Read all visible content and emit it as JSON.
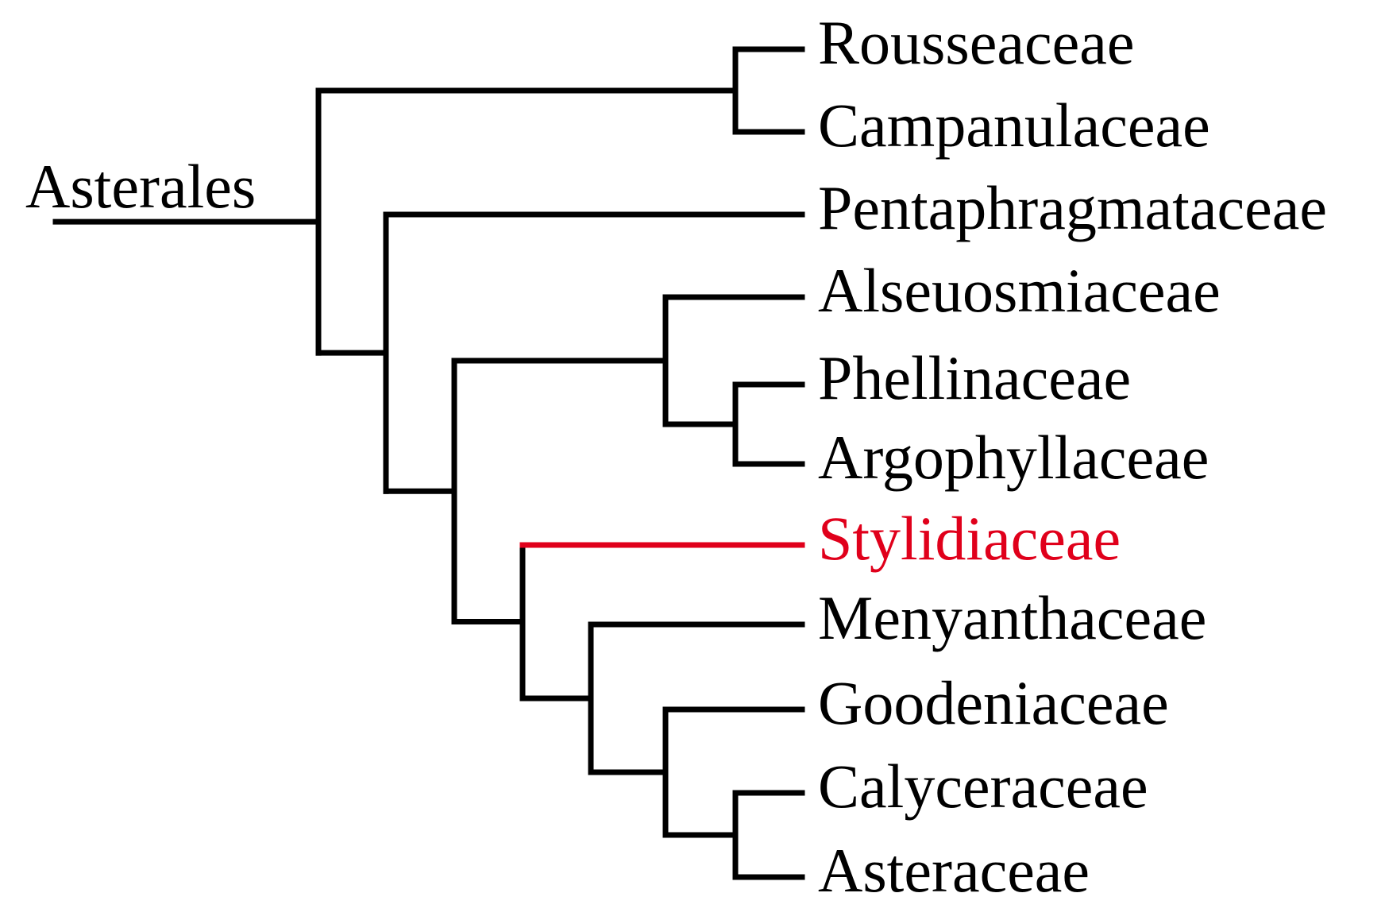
{
  "diagram": {
    "root_label": "Asterales",
    "line_color": "#000000",
    "highlight_color": "#e0001b",
    "taxa": [
      {
        "name": "Rousseaceae",
        "highlight": false
      },
      {
        "name": "Campanulaceae",
        "highlight": false
      },
      {
        "name": "Pentaphragmataceae",
        "highlight": false
      },
      {
        "name": "Alseuosmiaceae",
        "highlight": false
      },
      {
        "name": "Phellinaceae",
        "highlight": false
      },
      {
        "name": "Argophyllaceae",
        "highlight": false
      },
      {
        "name": "Stylidiaceae",
        "highlight": true
      },
      {
        "name": "Menyanthaceae",
        "highlight": false
      },
      {
        "name": "Goodeniaceae",
        "highlight": false
      },
      {
        "name": "Calyceraceae",
        "highlight": false
      },
      {
        "name": "Asteraceae",
        "highlight": false
      }
    ],
    "topology": "((Rousseaceae,Campanulaceae),(Pentaphragmataceae,((Alseuosmiaceae,(Phellinaceae,Argophyllaceae)),(Stylidiaceae,(Menyanthaceae,(Goodeniaceae,(Calyceraceae,Asteraceae)))))))"
  }
}
